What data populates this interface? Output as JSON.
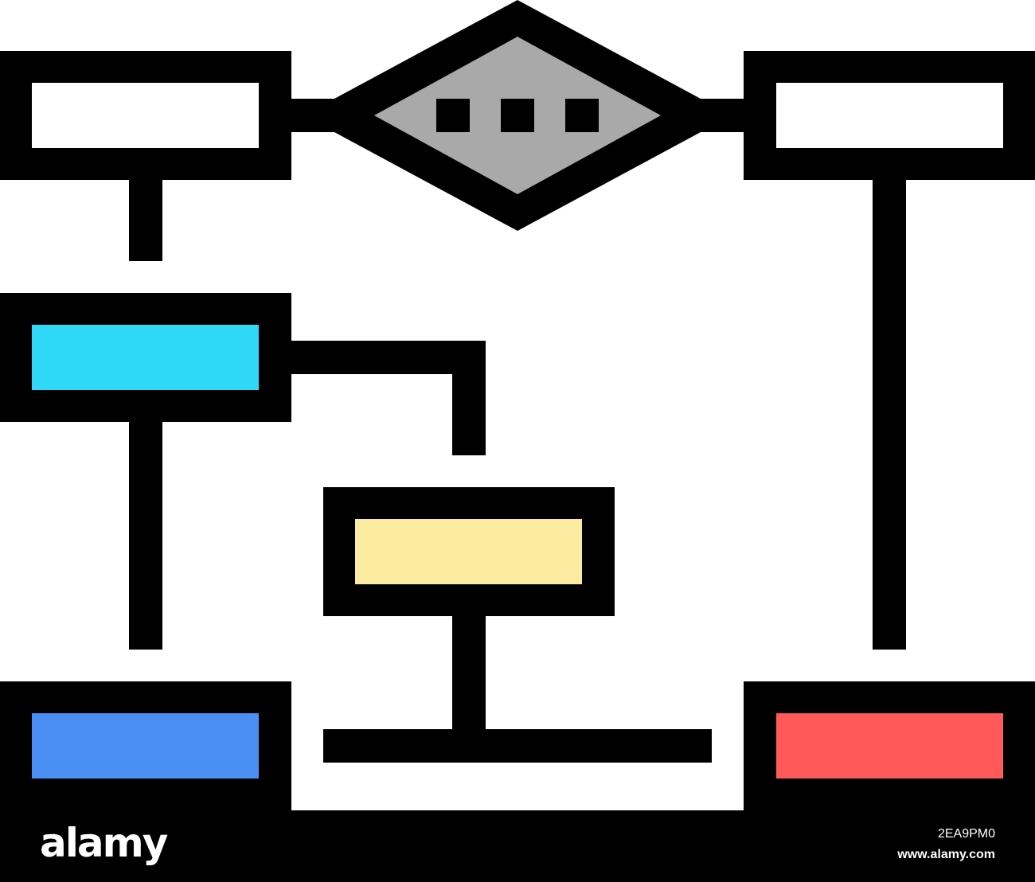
{
  "colors": {
    "stroke": "#000000",
    "decision_fill": "#a9a9a9",
    "box_top_left": "#ffffff",
    "box_top_right": "#ffffff",
    "box_mid_left": "#2fd8f6",
    "box_center": "#faeba0",
    "box_bottom_left": "#4a8ff4",
    "box_bottom_right": "#ff5959",
    "footer_bg": "#000000",
    "footer_text": "#ffffff"
  },
  "icons": {
    "main": "flowchart-icon",
    "decision": "diamond-decision-icon",
    "ellipsis": "ellipsis-icon"
  },
  "footer": {
    "brand": "alamy",
    "image_id": "2EA9PM0",
    "site": "www.alamy.com"
  }
}
